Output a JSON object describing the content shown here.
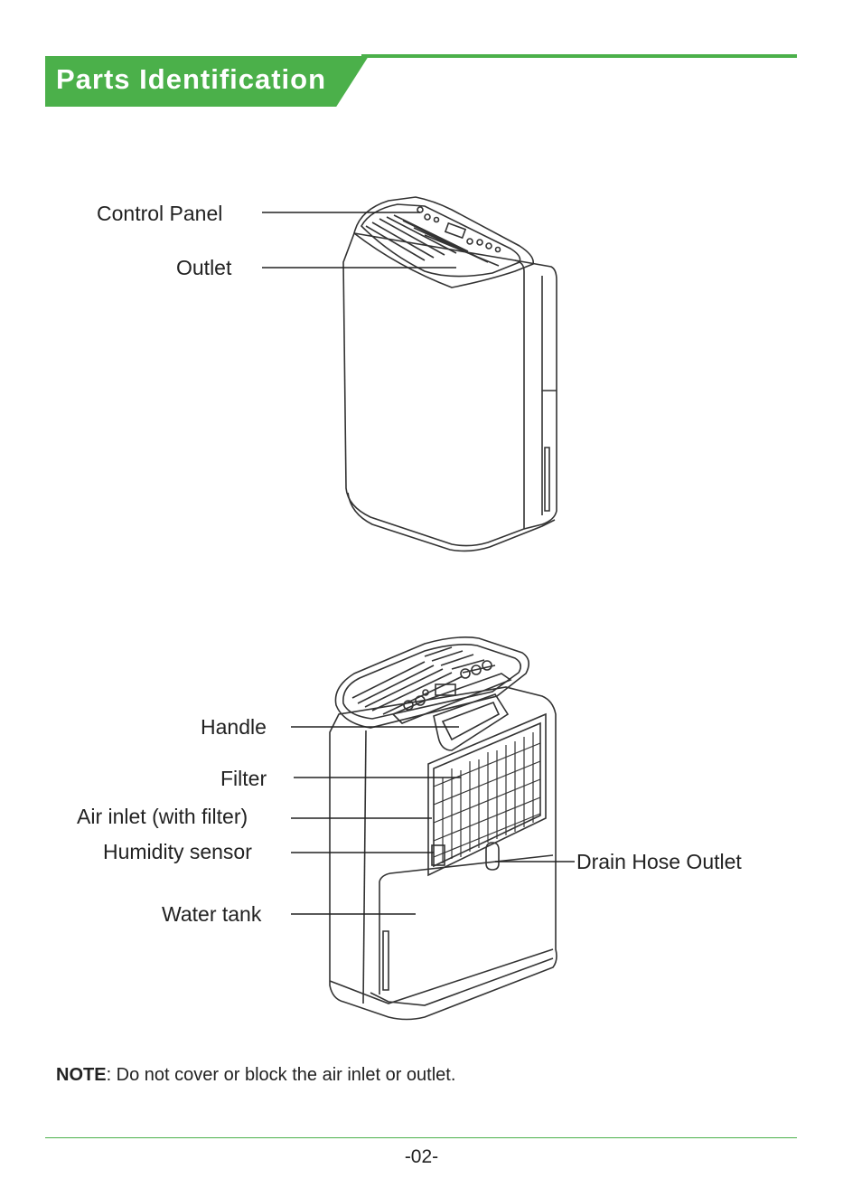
{
  "header": {
    "title": "Parts Identification"
  },
  "colors": {
    "accent": "#4bb04a",
    "line": "#222222"
  },
  "diagram_top": {
    "labels": {
      "control_panel": "Control Panel",
      "outlet": "Outlet"
    }
  },
  "diagram_bottom": {
    "labels": {
      "handle": "Handle",
      "filter": "Filter",
      "air_inlet": "Air inlet (with filter)",
      "humidity_sensor": "Humidity sensor",
      "water_tank": "Water tank",
      "drain_hose_outlet": "Drain Hose Outlet"
    }
  },
  "note": {
    "label": "NOTE",
    "text": ": Do not cover or block the air inlet or outlet."
  },
  "footer": {
    "page_number": "-02-"
  }
}
